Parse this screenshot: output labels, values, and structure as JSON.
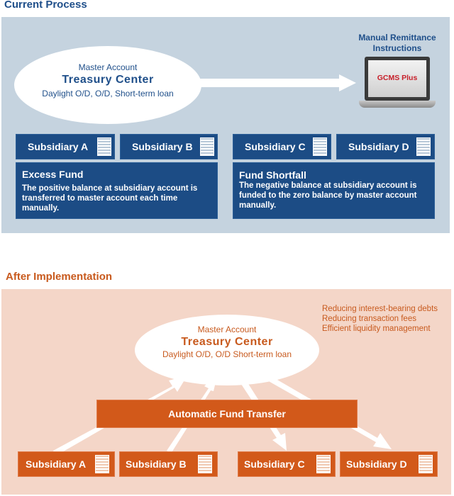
{
  "current": {
    "heading": "Current Process",
    "master": {
      "line1": "Master Account",
      "line2": "Treasury Center",
      "line3": "Daylight O/D, O/D, Short-term loan"
    },
    "manual": {
      "line1": "Manual Remittance",
      "line2": "Instructions"
    },
    "laptop_screen": "GCMS Plus",
    "subsidiaries": [
      "Subsidiary A",
      "Subsidiary B",
      "Subsidiary C",
      "Subsidiary D"
    ],
    "excess": {
      "title": "Excess Fund",
      "text": "The positive balance at subsidiary account is transferred to master account each time manually."
    },
    "shortfall": {
      "title": "Fund Shortfall",
      "text": "The negative balance at subsidiary account is funded to the zero balance by master account manually."
    }
  },
  "after": {
    "heading": "After Implementation",
    "benefits": [
      "Reducing interest-bearing debts",
      "Reducing transaction fees",
      "Efficient liquidity management"
    ],
    "master": {
      "line1": "Master Account",
      "line2": "Treasury Center",
      "line3": "Daylight O/D, O/D  Short-term loan"
    },
    "transfer": "Automatic Fund Transfer",
    "subsidiaries": [
      "Subsidiary A",
      "Subsidiary B",
      "Subsidiary C",
      "Subsidiary D"
    ]
  },
  "colors": {
    "blue": "#1c4c85",
    "orange": "#d2591a",
    "heading_blue": "#1f4f8a",
    "heading_orange": "#c85a1e"
  }
}
